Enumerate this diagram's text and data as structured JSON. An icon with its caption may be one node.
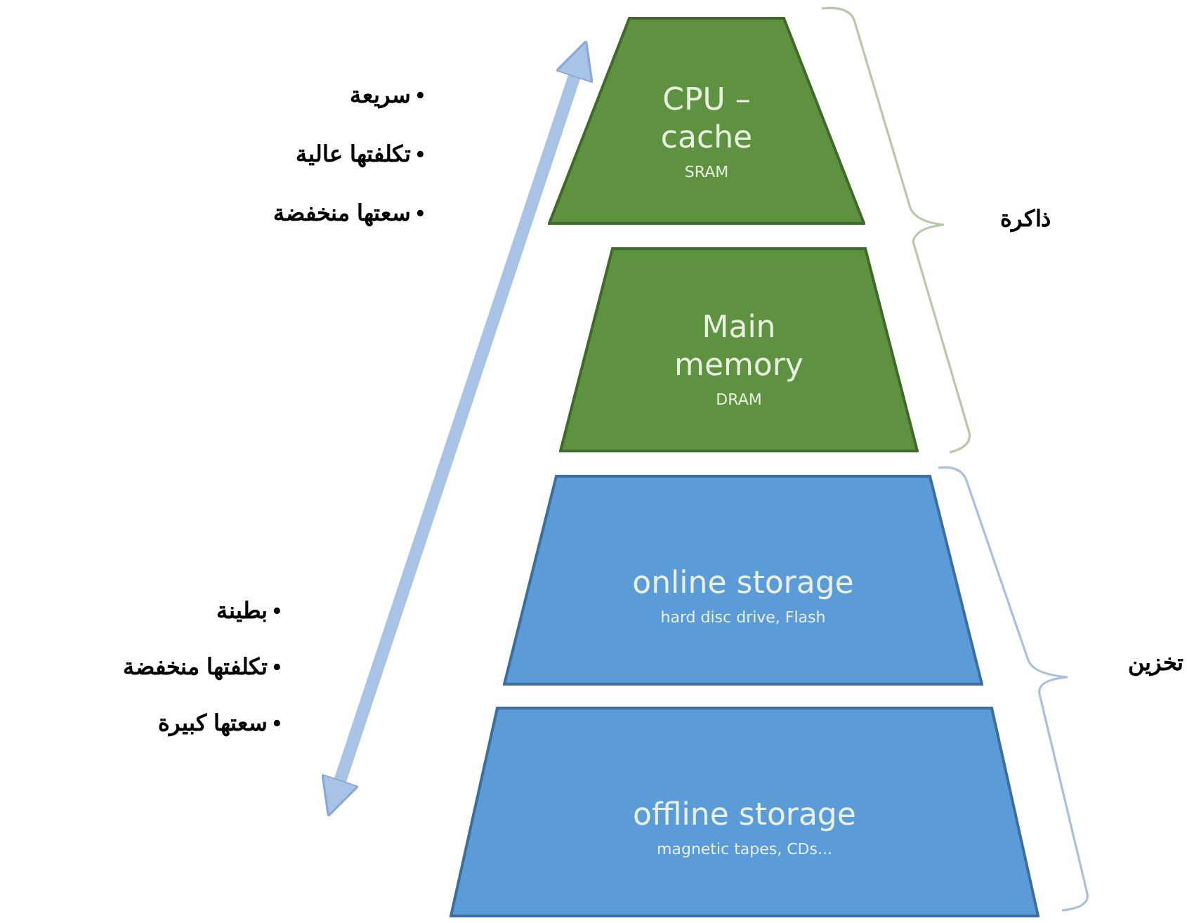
{
  "diagram": {
    "nodes": [
      {
        "text": [
          "CPU – cache",
          "SRAM"
        ]
      },
      {
        "text": [
          "Main memory",
          "DRAM"
        ]
      },
      {
        "text": [
          "online storage",
          "hard disc drive, Flash"
        ]
      },
      {
        "text": [
          "offline storage",
          "magnetic tapes, CDs..."
        ]
      }
    ],
    "labels": [
      "• سريعة",
      "• تكلفتها عالية",
      "• سعتها منخفضة",
      "ذاكرة",
      "• بطينة",
      "• تكلفتها منخفضة",
      "• سعتها كبيرة",
      "تخزين"
    ]
  }
}
